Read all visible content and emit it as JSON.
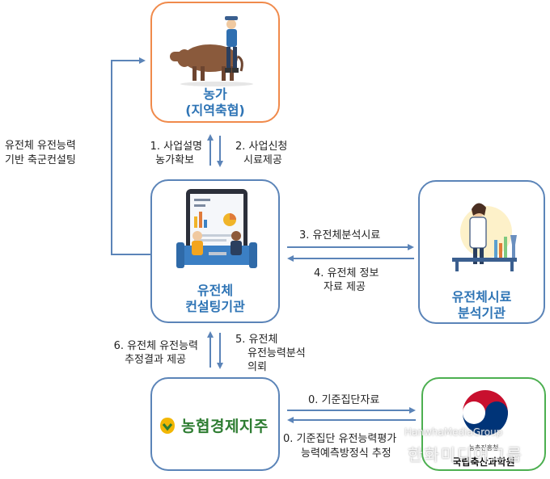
{
  "nodes": {
    "farm": {
      "title": "농가",
      "subtitle": "(지역축협)"
    },
    "consulting": {
      "title_line1": "유전체",
      "title_line2": "컨설팅기관"
    },
    "analysis": {
      "title_line1": "유전체시료",
      "title_line2": "분석기관"
    },
    "nh": {
      "title": "농협경제지주"
    },
    "nias": {
      "subtitle": "농촌진흥청",
      "title": "국립축산과학원"
    }
  },
  "edges": {
    "left_loop": {
      "line1": "유전체 유전능력",
      "line2": "기반 축군컨설팅"
    },
    "e1": {
      "line1": "1. 사업설명",
      "line2": "농가확보"
    },
    "e2": {
      "line1": "2. 사업신청",
      "line2": "시료제공"
    },
    "e3": {
      "line1": "3. 유전체분석시료"
    },
    "e4": {
      "line1": "4. 유전체 정보",
      "line2": "자료 제공"
    },
    "e5": {
      "line1": "5. 유전체",
      "line2": "유전능력분석",
      "line3": "의뢰"
    },
    "e6": {
      "line1": "6. 유전체 유전능력",
      "line2": "추정결과 제공"
    },
    "e0a": {
      "line1": "0. 기준집단자료"
    },
    "e0b": {
      "line1": "0. 기준집단 유전능력평가",
      "line2": "능력예측방정식 추정"
    }
  },
  "watermark": {
    "en": "HanwhaMediaGroup",
    "kr": "한화미디어그룹"
  },
  "colors": {
    "arrow": "#5b84b8",
    "orange": "#f08a4b",
    "blue_title": "#2e74b5",
    "green": "#4caf50"
  }
}
